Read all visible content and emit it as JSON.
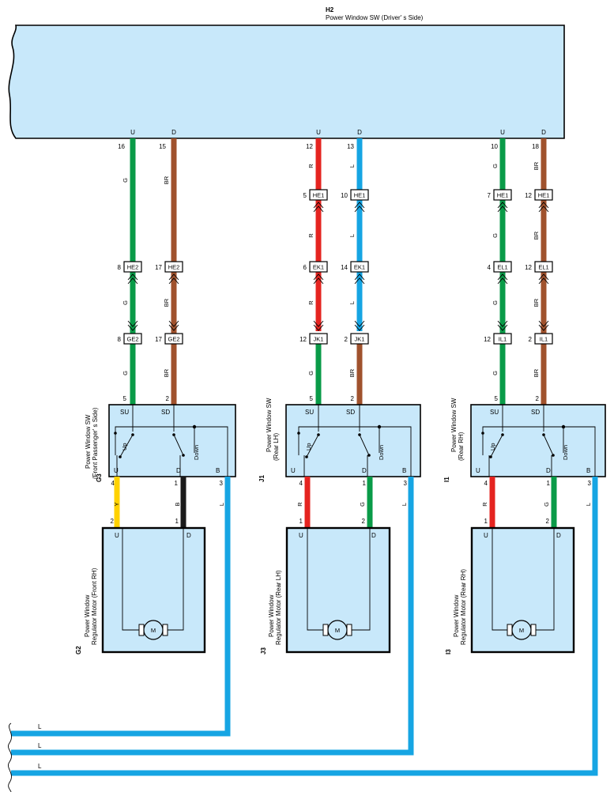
{
  "header": {
    "code": "H2",
    "name": "Power Window SW (Driver' s Side)",
    "pins": [
      "U",
      "D",
      "U",
      "D",
      "U",
      "D"
    ]
  },
  "colors": {
    "G": "#0a9b48",
    "BR": "#a0522d",
    "R": "#e52420",
    "L": "#16a5e3",
    "Y": "#ffd200",
    "B": "#1a1a1a",
    "box_fill": "#c8e8fa"
  },
  "front_rh": {
    "top_pins": [
      "16",
      "15"
    ],
    "top_wires": [
      "G",
      "BR"
    ],
    "he2": {
      "pins": [
        "8",
        "17"
      ],
      "label": "HE2"
    },
    "mid_wires": [
      "G",
      "BR"
    ],
    "ge2": {
      "pins": [
        "8",
        "17"
      ],
      "label": "GE2"
    },
    "low_wires": [
      "G",
      "BR"
    ],
    "sw_pins_top": [
      "5",
      "2"
    ],
    "switch": {
      "code": "G3",
      "name_line1": "Power Window SW",
      "name_line2": "(Front Passenger' s Side)",
      "su": "SU",
      "sd": "SD",
      "up": "Up",
      "down": "Down",
      "u": "U",
      "d": "D",
      "b": "B",
      "pins_bottom": [
        "4",
        "1",
        "3"
      ]
    },
    "out_wires": [
      "Y",
      "B",
      "L"
    ],
    "motor_pins": [
      "2",
      "1"
    ],
    "motor": {
      "code": "G2",
      "name_line1": "Power Window",
      "name_line2": "Regulator Motor (Front RH)",
      "u": "U",
      "d": "D",
      "m": "M"
    }
  },
  "rear_lh": {
    "top_pins": [
      "12",
      "13"
    ],
    "top_wires": [
      "R",
      "L"
    ],
    "he1": {
      "pins": [
        "5",
        "10"
      ],
      "label": "HE1"
    },
    "mid_wires": [
      "R",
      "L"
    ],
    "ek1": {
      "pins": [
        "6",
        "14"
      ],
      "label": "EK1"
    },
    "mid2_wires": [
      "R",
      "L"
    ],
    "jk1": {
      "pins": [
        "12",
        "2"
      ],
      "label": "JK1"
    },
    "low_wires": [
      "G",
      "BR"
    ],
    "sw_pins_top": [
      "5",
      "2"
    ],
    "switch": {
      "code": "J1",
      "name_line1": "Power Window SW",
      "name_line2": "(Rear LH)",
      "su": "SU",
      "sd": "SD",
      "up": "Up",
      "down": "Down",
      "u": "U",
      "d": "D",
      "b": "B",
      "pins_bottom": [
        "4",
        "1",
        "3"
      ]
    },
    "out_wires": [
      "R",
      "G",
      "L"
    ],
    "motor_pins": [
      "1",
      "2"
    ],
    "motor": {
      "code": "J3",
      "name_line1": "Power Window",
      "name_line2": "Regulator Motor (Rear LH)",
      "u": "U",
      "d": "D",
      "m": "M"
    }
  },
  "rear_rh": {
    "top_pins": [
      "10",
      "18"
    ],
    "top_wires": [
      "G",
      "BR"
    ],
    "he1": {
      "pins": [
        "7",
        "12"
      ],
      "label": "HE1"
    },
    "mid_wires": [
      "G",
      "BR"
    ],
    "el1": {
      "pins": [
        "4",
        "12"
      ],
      "label": "EL1"
    },
    "mid2_wires": [
      "G",
      "BR"
    ],
    "il1": {
      "pins": [
        "12",
        "2"
      ],
      "label": "IL1"
    },
    "low_wires": [
      "G",
      "BR"
    ],
    "sw_pins_top": [
      "5",
      "2"
    ],
    "switch": {
      "code": "I1",
      "name_line1": "Power Window SW",
      "name_line2": "(Rear RH)",
      "su": "SU",
      "sd": "SD",
      "up": "Up",
      "down": "Down",
      "u": "U",
      "d": "D",
      "b": "B",
      "pins_bottom": [
        "4",
        "1",
        "3"
      ]
    },
    "out_wires": [
      "R",
      "G",
      "L"
    ],
    "motor_pins": [
      "1",
      "2"
    ],
    "motor": {
      "code": "I3",
      "name_line1": "Power Window",
      "name_line2": "Regulator Motor (Rear RH)",
      "u": "U",
      "d": "D",
      "m": "M"
    }
  },
  "bottom_wires": [
    "L",
    "L",
    "L"
  ]
}
